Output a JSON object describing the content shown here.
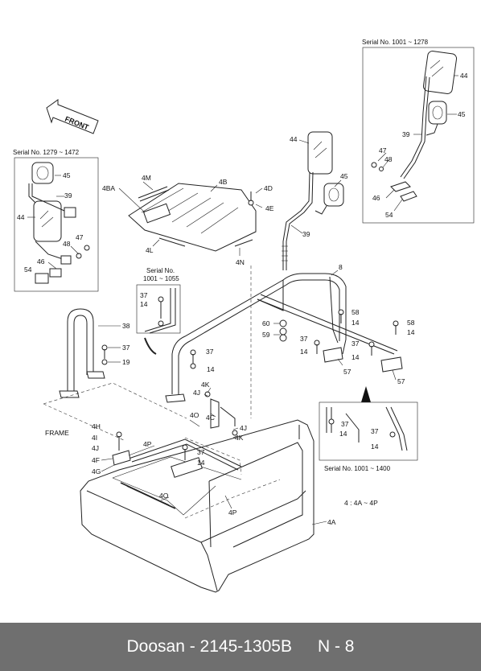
{
  "diagram": {
    "front_arrow": "FRONT",
    "frame_label": "FRAME",
    "note": "4 : 4A ~ 4P",
    "serial_boxes": {
      "top_right": "Serial No. 1001 ~ 1278",
      "left": "Serial No. 1279 ~ 1472",
      "middle_line1": "Serial No.",
      "middle_line2": "1001 ~ 1055",
      "bottom_right": "Serial No. 1001 ~ 1400"
    },
    "callouts": {
      "c44a": "44",
      "c45a": "45",
      "c39a": "39",
      "c47a": "47",
      "c48a": "48",
      "c46a": "46",
      "c54a": "54",
      "c45b": "45",
      "c39b": "39",
      "c44b": "44",
      "c48b": "48",
      "c47b": "47",
      "c46b": "46",
      "c54b": "54",
      "c44c": "44",
      "c45c": "45",
      "c39c": "39",
      "c4BA": "4BA",
      "c4M": "4M",
      "c4B": "4B",
      "c4D": "4D",
      "c4E": "4E",
      "c4L": "4L",
      "c4N": "4N",
      "c37a": "37",
      "c14a": "14",
      "c38": "38",
      "c37b": "37",
      "c19": "19",
      "c8": "8",
      "c60": "60",
      "c59": "59",
      "c37c": "37",
      "c14c": "14",
      "c58a": "58",
      "c14d": "14",
      "c58b": "58",
      "c14e": "14",
      "c37e": "37",
      "c14f": "14",
      "c57a": "57",
      "c57b": "57",
      "c37d": "37",
      "c14b": "14",
      "c4K": "4K",
      "c4J": "4J",
      "c4C": "4C",
      "c4O": "4O",
      "c4Jb": "4J",
      "c4Kb": "4K",
      "c4H": "4H",
      "c4I": "4I",
      "c4Jc": "4J",
      "c4P": "4P",
      "c4F": "4F",
      "c4G": "4G",
      "c37f": "37",
      "c14g": "14",
      "c4Ob": "4O",
      "c4Pb": "4P",
      "c4A": "4A",
      "c37g": "37",
      "c14h": "14",
      "c37h": "37",
      "c14i": "14"
    }
  },
  "footer": {
    "part": "Doosan - 2145-1305B",
    "page": "N - 8"
  }
}
